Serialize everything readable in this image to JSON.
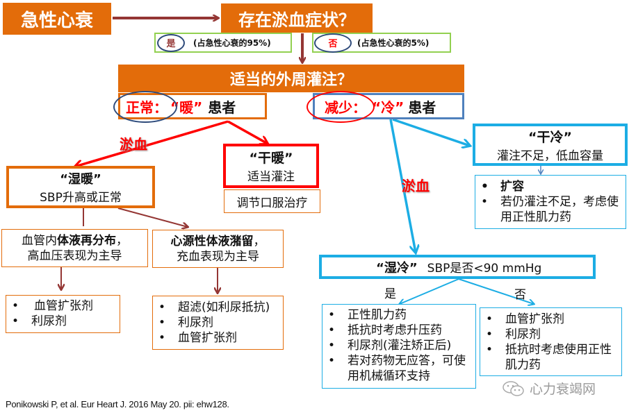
{
  "header": {
    "start": "急性心衰",
    "question1": "存在淤血症状？",
    "yes_label": "是",
    "yes_note": "(占急性心衰的95%)",
    "no_label": "否",
    "no_note": "(占急性心衰的5%)",
    "question2": "适当的外周灌注？"
  },
  "warm": {
    "status": "正常：",
    "quote": "“暖”",
    "suffix": "患者",
    "congestion_label": "淤血",
    "dry_warm": {
      "title": "“干暖”",
      "subtitle": "适当灌注"
    },
    "dry_warm_action": "调节口服治疗",
    "wet_warm": {
      "title": "“湿暖”",
      "subtitle": "SBP升高或正常"
    },
    "vascular": {
      "pre": "血管内",
      "bold": "体液再分布",
      "post": "，",
      "line2": "高血压表现为主导"
    },
    "cardiac": {
      "bold": "心源性体液潴留",
      "post": "，",
      "line2": "充血表现为主导"
    },
    "vascular_treatments": [
      "血管扩张剂",
      "利尿剂"
    ],
    "cardiac_treatments": [
      "超滤(如利尿抵抗)",
      "利尿剂",
      "血管扩张剂"
    ]
  },
  "cold": {
    "status": "减少：",
    "quote": "“冷”",
    "suffix": "患者",
    "congestion_label": "淤血",
    "dry_cold": {
      "title": "“干冷”",
      "subtitle": "灌注不足，低血容量"
    },
    "dry_cold_treatments": [
      {
        "text": "扩容",
        "bold": true
      },
      {
        "text": "若仍灌注不足，考虑使用正性肌力药",
        "bold": false
      }
    ],
    "wet_cold": {
      "title": "“湿冷”",
      "question": "SBP是否<90 mmHg"
    },
    "yes_label": "是",
    "no_label": "否",
    "yes_treatments": [
      "正性肌力药",
      "抵抗时考虑升压药",
      "利尿剂(灌注矫正后)",
      "若对药物无应答，可使用机械循环支持"
    ],
    "no_treatments": [
      "血管扩张剂",
      "利尿剂",
      "抵抗时考虑使用正性肌力药"
    ]
  },
  "footer": {
    "citation": "Ponikowski P, et al. Eur Heart J. 2016 May 20. pii: ehw128.",
    "watermark": "心力衰竭网"
  },
  "colors": {
    "orange": "#e36c0a",
    "dark_red_arrow": "#943634",
    "red": "#ff0000",
    "cyan": "#1cade4",
    "navy_circle": "#2e4a7a",
    "green_border": "#92d050",
    "steel_blue": "#4f81bd"
  }
}
